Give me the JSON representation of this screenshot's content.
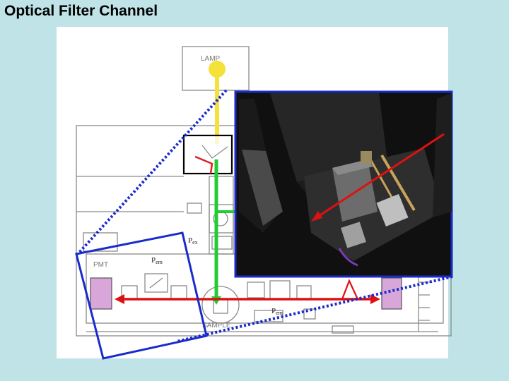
{
  "title": "Optical Filter Channel",
  "diagram": {
    "labels": {
      "lamp": "LAMP",
      "pmt": "PMT",
      "sample": "SAMPLE",
      "ex_P": "P",
      "ex_sub": "ex",
      "em_left_P": "P",
      "em_left_sub": "em",
      "em_right_P": "P",
      "em_right_sub": "em"
    },
    "colors": {
      "background": "#bfe3e6",
      "excitation_path": "#22cc33",
      "lamp_beam": "#f4e13a",
      "emission_path": "#dd1111",
      "highlight_frame": "#1a2bcc",
      "detector_fill": "#d8a6d8"
    },
    "photo": {
      "description_icon": "filter-compartment-photo"
    }
  }
}
